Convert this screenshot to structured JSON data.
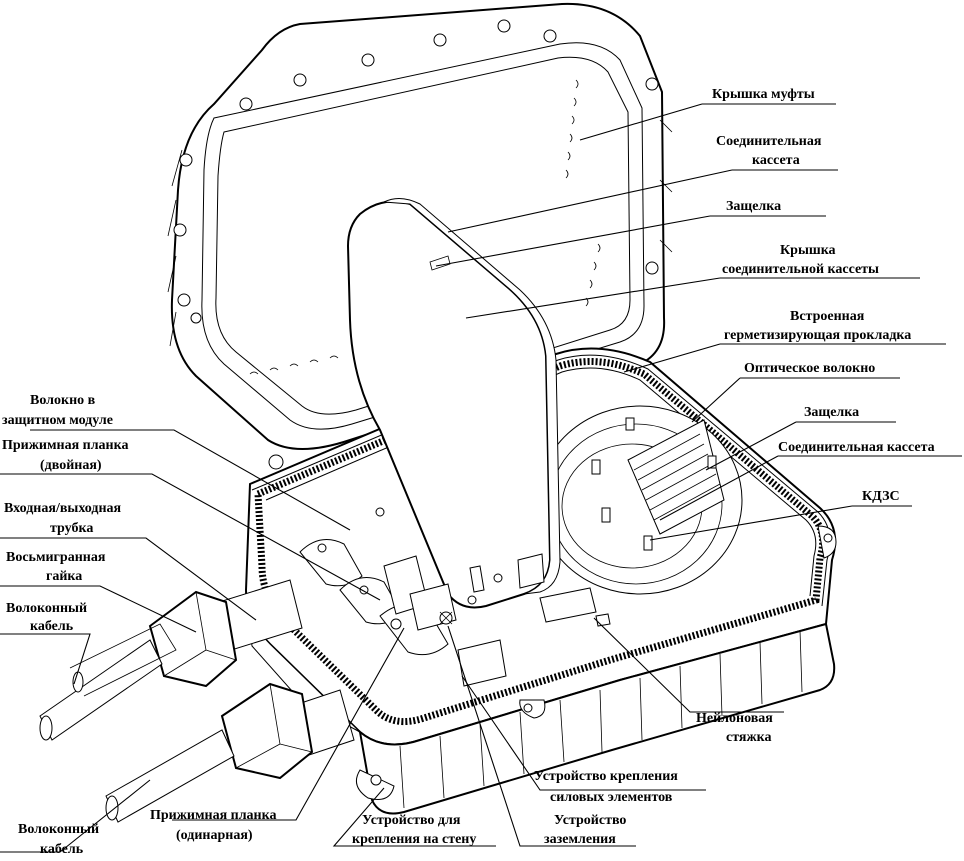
{
  "labels": {
    "lid": "Крышка муфты",
    "splice_cassette_top_1": "Соединительная",
    "splice_cassette_top_2": "кассета",
    "latch_top": "Защелка",
    "cassette_cover_1": "Крышка",
    "cassette_cover_2": "соединительной кассеты",
    "gasket_1": "Встроенная",
    "gasket_2": "герметизирующая прокладка",
    "optical_fiber": "Оптическое волокно",
    "latch_right": "Защелка",
    "splice_cassette_right": "Соединительная кассета",
    "kdzs": "КДЗС",
    "fiber_module_1": "Волокно в",
    "fiber_module_2": "защитном модуле",
    "clamp_double_1": "Прижимная планка",
    "clamp_double_2": "(двойная)",
    "tube_1": "Входная/выходная",
    "tube_2": "трубка",
    "nut_1": "Восьмигранная",
    "nut_2": "гайка",
    "cable_top_1": "Волоконный",
    "cable_top_2": "кабель",
    "nylon_tie_1": "Нейлоновая",
    "nylon_tie_2": "стяжка",
    "strength_member_1": "Устройство крепления",
    "strength_member_2": "силовых элементов",
    "grounding_1": "Устройство",
    "grounding_2": "заземления",
    "wall_mount_1": "Устройство для",
    "wall_mount_2": "крепления на стену",
    "clamp_single_1": "Прижимная планка",
    "clamp_single_2": "(одинарная)",
    "cable_bottom_1": "Волоконный",
    "cable_bottom_2": "кабель"
  }
}
